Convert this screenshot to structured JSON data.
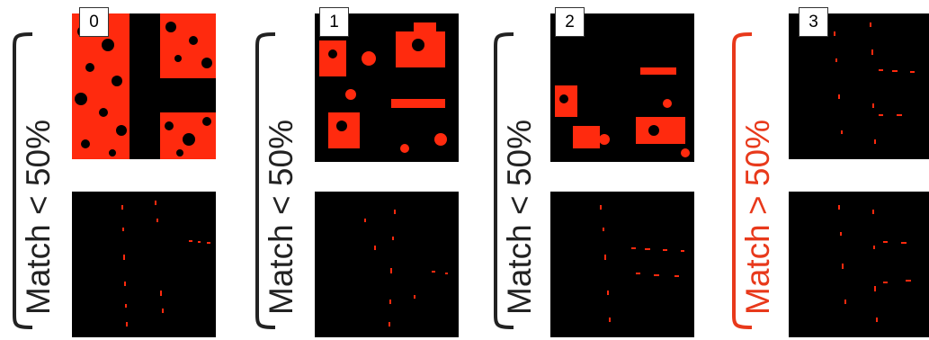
{
  "panels": [
    {
      "index": "0",
      "match_prefix": "Match",
      "relation": "<",
      "threshold": "50%",
      "label_color": "#222222"
    },
    {
      "index": "1",
      "match_prefix": "Match",
      "relation": "<",
      "threshold": "50%",
      "label_color": "#222222"
    },
    {
      "index": "2",
      "match_prefix": "Match",
      "relation": "<",
      "threshold": "50%",
      "label_color": "#222222"
    },
    {
      "index": "3",
      "match_prefix": "Match",
      "relation": ">",
      "threshold": "50%",
      "label_color": "#e8391b"
    }
  ],
  "colors": {
    "tile_bg": "#000000",
    "mark_red": "#ff2a0e",
    "text_dark": "#222222",
    "highlight": "#e8391b"
  }
}
